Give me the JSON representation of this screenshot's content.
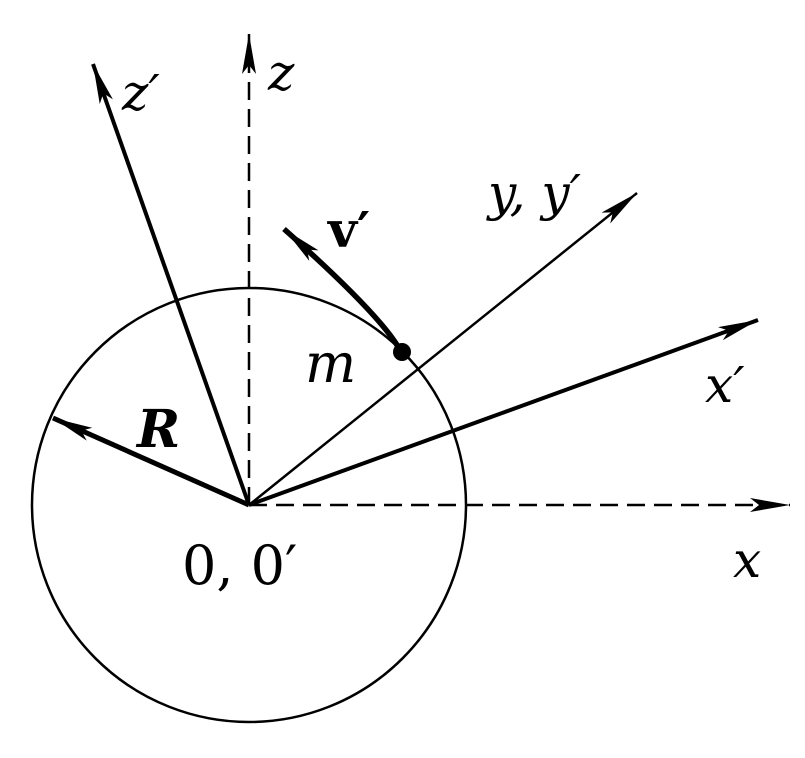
{
  "colors": {
    "ink": "#000000",
    "background": "#ffffff"
  },
  "labels": {
    "z_prime": "z′",
    "z": "z",
    "y_yprime": "y, y′",
    "v_prime": "v′",
    "m": "m",
    "x_prime": "x′",
    "R": "R",
    "origin": "0, 0′",
    "x": "x"
  }
}
